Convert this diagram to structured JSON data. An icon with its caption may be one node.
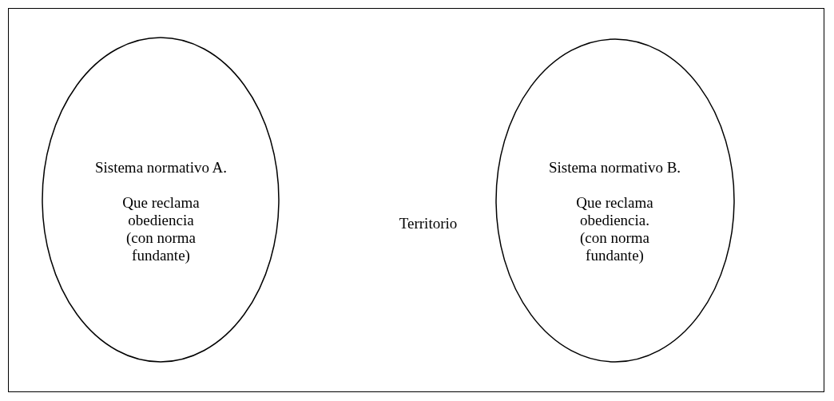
{
  "diagram": {
    "nodes": [
      {
        "text": [
          "Territorio"
        ]
      },
      {
        "text": [
          "Sistema normativo A.",
          "Que reclama obediencia (con norma fundante)"
        ],
        "in": 0
      },
      {
        "text": [
          "Sistema normativo B.",
          "Que reclama obediencia. (con norma fundante)"
        ],
        "in": 0
      }
    ]
  }
}
